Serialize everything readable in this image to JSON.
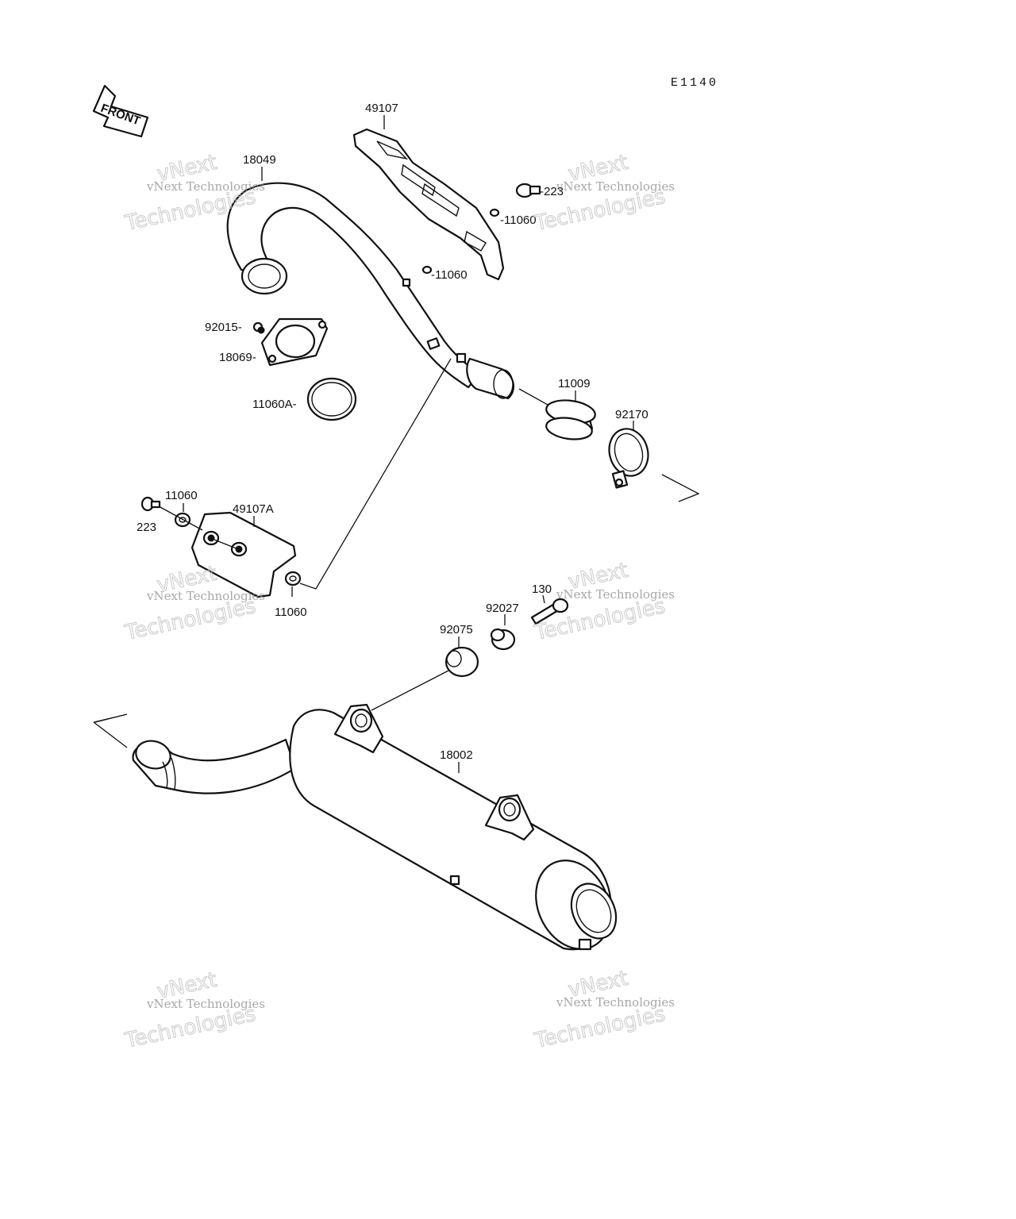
{
  "diagram_code": "E1140",
  "front_label": "FRONT",
  "watermark": {
    "line_small": "vNext Technologies",
    "line_top": "vNext",
    "line_large": "Technologies"
  },
  "parts": {
    "p49107": "49107",
    "p18049": "18049",
    "p223_a": "-223",
    "p11060_a": "-11060",
    "p11060_b": "-11060",
    "p92015": "92015-",
    "p18069": "18069-",
    "p11060A": "11060A-",
    "p11009": "11009",
    "p92170": "92170",
    "p11060_c": "11060",
    "p49107A": "49107A",
    "p223_b": "223",
    "p11060_d": "11060",
    "p130": "130",
    "p92027": "92027",
    "p92075": "92075",
    "p18002": "18002"
  },
  "colors": {
    "ink": "#111111",
    "watermark": "#8a8a8a"
  }
}
